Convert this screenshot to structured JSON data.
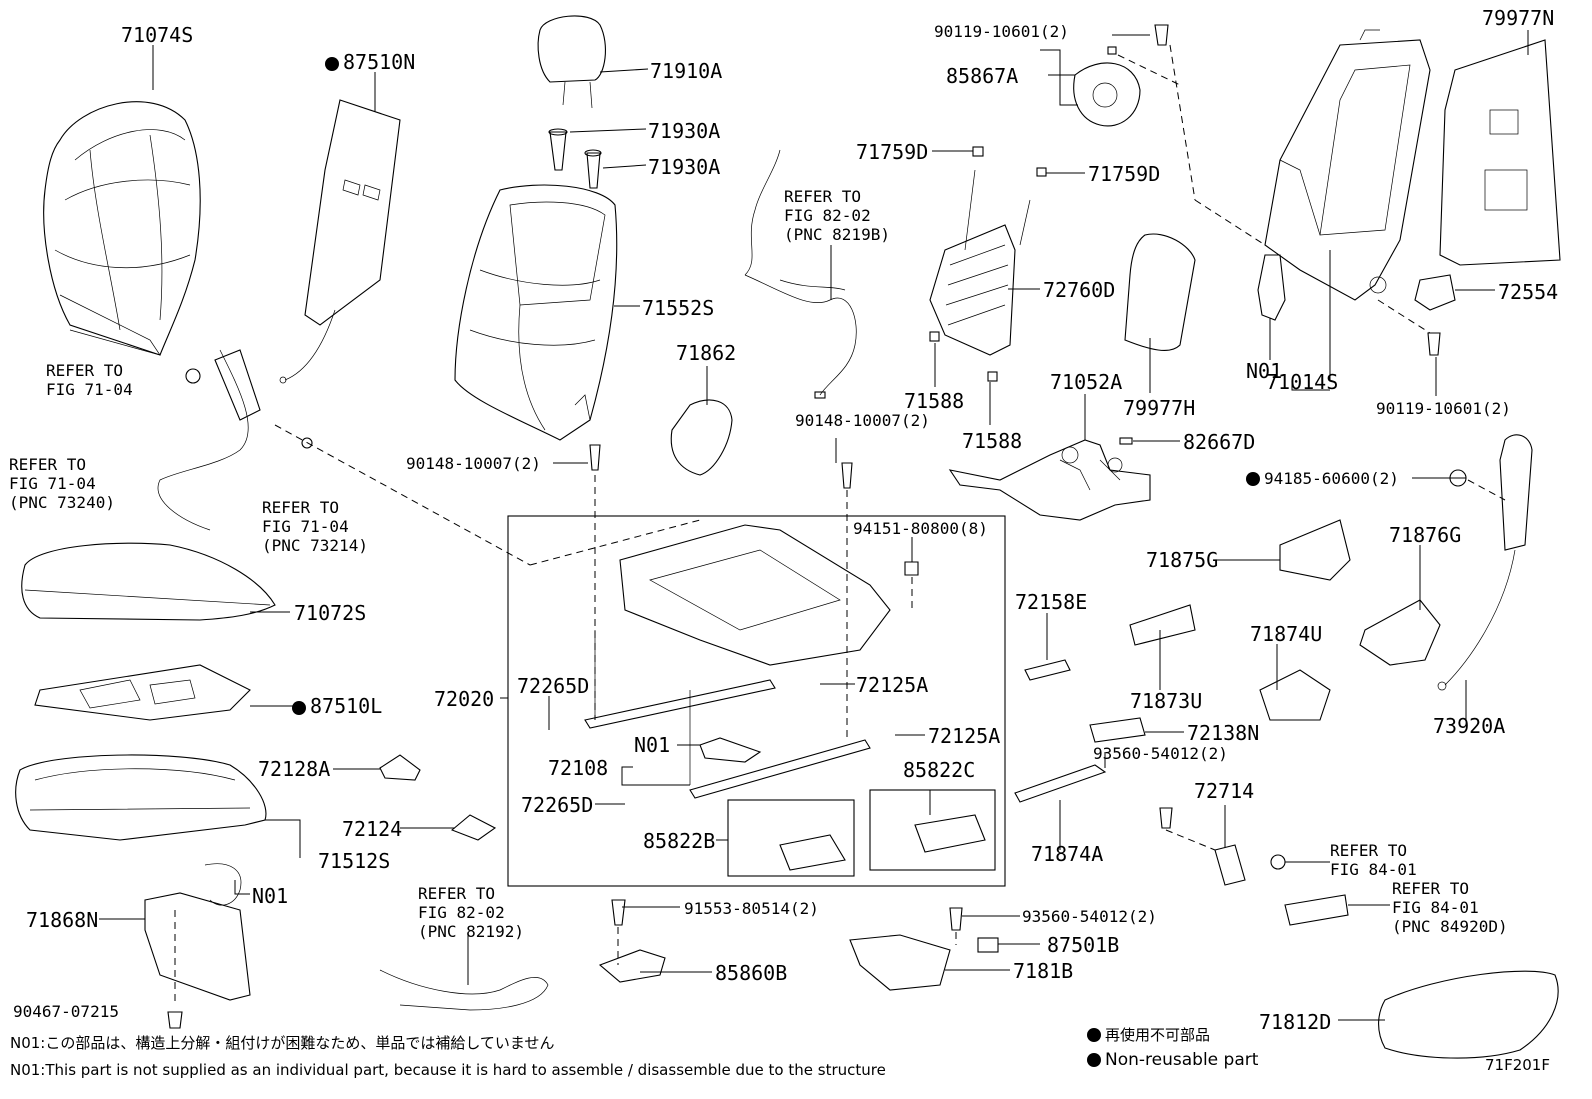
{
  "parts": {
    "p71074S": "71074S",
    "p87510N": "87510N",
    "p71910A": "71910A",
    "p71930A_1": "71930A",
    "p71930A_2": "71930A",
    "p71552S": "71552S",
    "p71862": "71862",
    "p90119_10601_top": "90119-10601(2)",
    "p85867A": "85867A",
    "p71759D_1": "71759D",
    "p71759D_2": "71759D",
    "p72760D": "72760D",
    "p71588_1": "71588",
    "p71588_2": "71588",
    "p71052A": "71052A",
    "p79977H": "79977H",
    "p82667D": "82667D",
    "p79977N": "79977N",
    "p72554": "72554",
    "pN01_back": "N01",
    "p71014S": "71014S",
    "p90119_10601_right": "90119-10601(2)",
    "p94185_60600": "94185-60600(2)",
    "p90148_10007_left": "90148-10007(2)",
    "p90148_10007_mid": "90148-10007(2)",
    "p94151_80800": "94151-80800(8)",
    "p71072S": "71072S",
    "p87510L": "87510L",
    "p72020": "72020",
    "p72265D_1": "72265D",
    "p72125A_1": "72125A",
    "p72125A_2": "72125A",
    "pN01_frame": "N01",
    "p72108": "72108",
    "p72265D_2": "72265D",
    "p85822C": "85822C",
    "p85822B": "85822B",
    "p72158E": "72158E",
    "p71875G": "71875G",
    "p71876G": "71876G",
    "p71873U": "71873U",
    "p71874U": "71874U",
    "p72138N": "72138N",
    "p93560_54012_right": "93560-54012(2)",
    "p73920A": "73920A",
    "p71874A": "71874A",
    "p72714": "72714",
    "p72128A": "72128A",
    "p72124": "72124",
    "p71512S": "71512S",
    "pN01_cushion": "N01",
    "p71868N": "71868N",
    "p90467_07215": "90467-07215",
    "p91553_80514": "91553-80514(2)",
    "p85860B": "85860B",
    "p93560_54012_bottom": "93560-54012(2)",
    "p87501B": "87501B",
    "p7181B": "7181B",
    "p71812D": "71812D"
  },
  "refs": {
    "r_fig7104_top": "REFER TO\nFIG 71-04",
    "r_fig7104_pnc73240": "REFER TO\nFIG 71-04\n(PNC 73240)",
    "r_fig7104_pnc73214": "REFER TO\nFIG 71-04\n(PNC 73214)",
    "r_fig8202_pnc8219B": "REFER TO\nFIG 82-02\n(PNC 8219B)",
    "r_fig8202_pnc82192": "REFER TO\nFIG 82-02\n(PNC 82192)",
    "r_fig8401": "REFER TO\nFIG 84-01",
    "r_fig8401_pnc84920D": "REFER TO\nFIG 84-01\n(PNC 84920D)"
  },
  "notes": {
    "n01_jp": "N01:この部品は、構造上分解・組付けが困難なため、単品では補給していません",
    "n01_en": "N01:This part is not supplied as an individual part, because it is hard to assemble / disassemble due to the structure"
  },
  "legend": {
    "nonreusable_jp": "再使用不可部品",
    "nonreusable_en": "Non-reusable part"
  },
  "figure_id": "71F201F"
}
